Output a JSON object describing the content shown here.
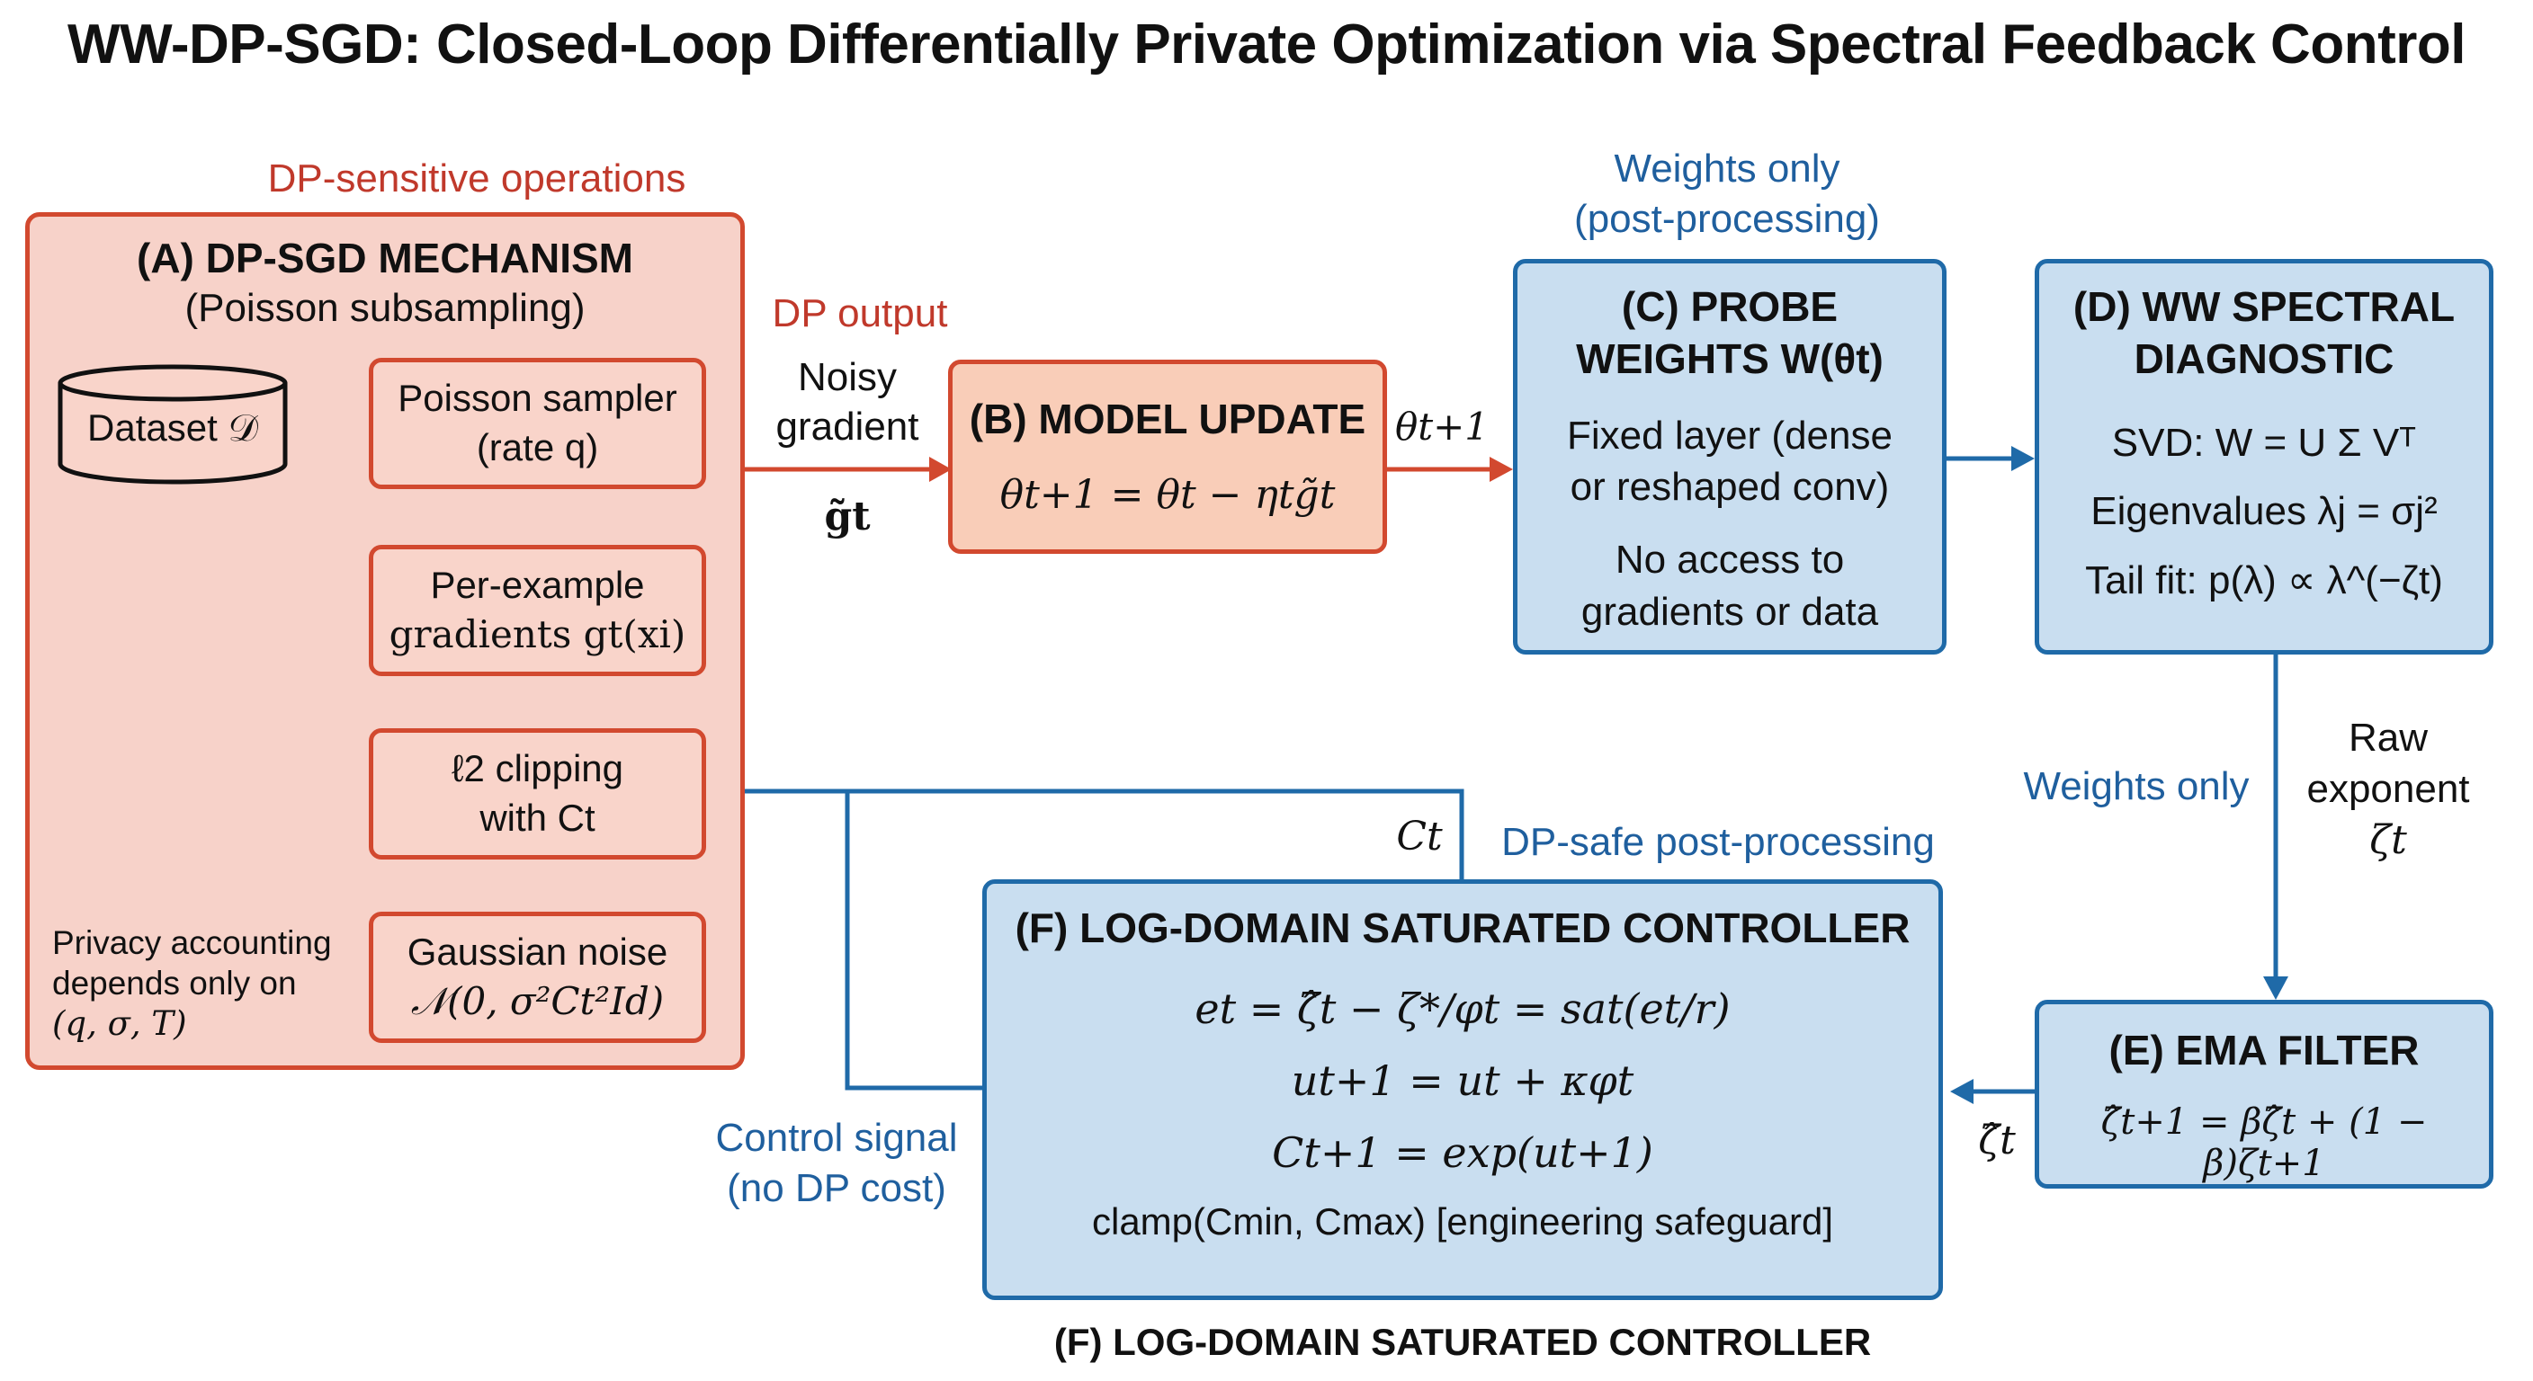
{
  "title": "WW-DP-SGD:  Closed-Loop Differentially Private Optimization via Spectral Feedback Control",
  "colors": {
    "red": "#d2492f",
    "red_fill": "#f7d2c9",
    "blue": "#1f6aa8",
    "blue_fill": "#c9def0",
    "red_text": "#c0392b",
    "blue_text": "#1f5f9e"
  },
  "labels": {
    "dp_sensitive": "DP-sensitive operations",
    "dp_output": "DP output",
    "noisy_gradient_1": "Noisy",
    "noisy_gradient_2": "gradient",
    "noisy_gradient_sym": "g̃t",
    "theta_next": "θt+1",
    "weights_only_post_1": "Weights only",
    "weights_only_post_2": "(post-processing)",
    "weights_only": "Weights only",
    "raw_exponent_1": "Raw",
    "raw_exponent_2": "exponent",
    "raw_exponent_sym": "ζt",
    "zeta_hat": "ζ̂t",
    "c_t": "Ct",
    "dp_safe": "DP-safe post-processing",
    "control_signal_1": "Control signal",
    "control_signal_2": "(no DP cost)",
    "footer": "(F) LOG-DOMAIN SATURATED CONTROLLER"
  },
  "box_a": {
    "title": "(A) DP-SGD MECHANISM",
    "subtitle": "(Poisson subsampling)",
    "dataset": "Dataset 𝒟",
    "sampler_1": "Poisson sampler",
    "sampler_2": "(rate q)",
    "perexample_1": "Per-example",
    "perexample_2": "gradients gt(xi)",
    "clipping_1": "ℓ2 clipping",
    "clipping_2": "with Ct",
    "noise_1": "Gaussian noise",
    "noise_2": "𝒩(0, σ²Ct²Id)",
    "privacy_1": "Privacy accounting",
    "privacy_2": "depends only on",
    "privacy_3": "(q, σ, T)"
  },
  "box_b": {
    "title": "(B) MODEL UPDATE",
    "eq": "θt+1 = θt − ηtg̃t"
  },
  "box_c": {
    "title_1": "(C) PROBE",
    "title_2": "WEIGHTS W(θt)",
    "line_1": "Fixed layer (dense",
    "line_2": "or reshaped conv)",
    "line_3": "No access to",
    "line_4": "gradients or data"
  },
  "box_d": {
    "title_1": "(D) WW SPECTRAL",
    "title_2": "DIAGNOSTIC",
    "line_1": "SVD: W = U Σ Vᵀ",
    "line_2": "Eigenvalues λj = σj²",
    "line_3": "Tail fit: p(λ) ∝ λ^(−ζt)"
  },
  "box_e": {
    "title": "(E) EMA FILTER",
    "eq": "ζ̂t+1 = βζ̂t + (1 − β)ζt+1"
  },
  "box_f": {
    "title": "(F) LOG-DOMAIN SATURATED CONTROLLER",
    "eq_1": "et = ζ̂t − ζ*/φt = sat(et/r)",
    "eq_2": "ut+1 = ut + κφt",
    "eq_3": "Ct+1 = exp(ut+1)",
    "eq_4": "clamp(Cmin, Cmax) [engineering safeguard]"
  }
}
